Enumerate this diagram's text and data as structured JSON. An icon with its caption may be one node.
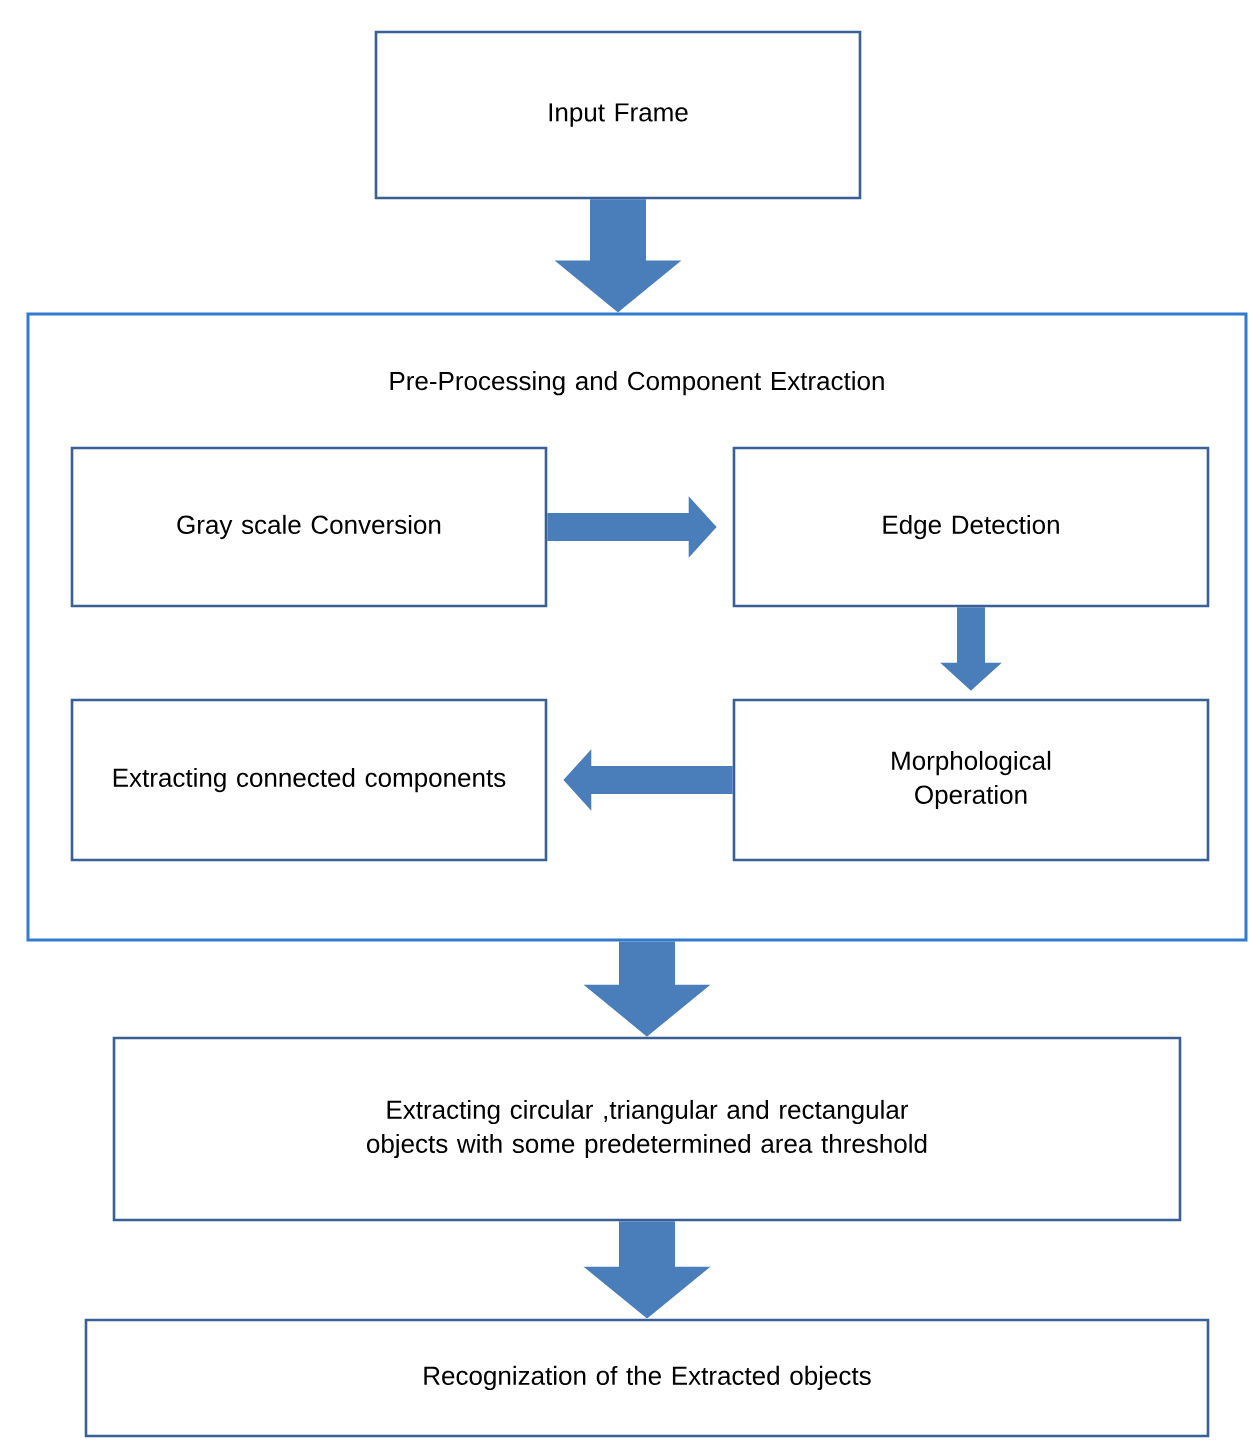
{
  "diagram": {
    "nodes": [
      {
        "text": [
          "Input Frame"
        ]
      },
      {
        "text": [
          "Pre-Processing and Component Extraction"
        ]
      },
      {
        "text": [
          "Gray scale Conversion"
        ],
        "in": 1
      },
      {
        "text": [
          "Edge Detection"
        ],
        "in": 1
      },
      {
        "text": [
          "Extracting connected components"
        ],
        "in": 1
      },
      {
        "text": [
          "Morphological Operation"
        ],
        "in": 1
      },
      {
        "text": [
          "Extracting circular ,triangular and rectangular objects with some predetermined area threshold"
        ]
      },
      {
        "text": [
          "Recognization of the Extracted objects"
        ]
      }
    ],
    "edges": [
      {
        "from": 0,
        "to": 1,
        "arrow": "to",
        "style": "thick"
      },
      {
        "from": 2,
        "to": 3,
        "arrow": "to"
      },
      {
        "from": 3,
        "to": 5,
        "arrow": "to"
      },
      {
        "from": 5,
        "to": 4,
        "arrow": "to"
      },
      {
        "from": 1,
        "to": 6,
        "arrow": "to",
        "style": "thick"
      },
      {
        "from": 6,
        "to": 7,
        "arrow": "to",
        "style": "thick"
      }
    ]
  }
}
